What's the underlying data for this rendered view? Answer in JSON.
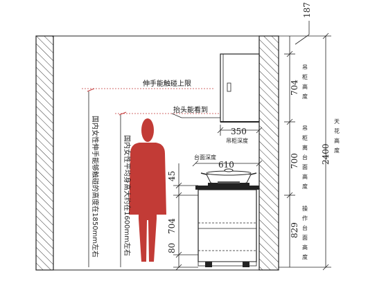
{
  "annotations": {
    "reach_upper_limit": "伸手能触碰上限",
    "look_up_visible": "抬头能看到",
    "counter_depth": "台面深度"
  },
  "dimensions": {
    "ceiling_gap": "187",
    "wall_cabinet_height": "704",
    "cabinet_to_counter": "700",
    "total_height": "2400",
    "counter_height": "829",
    "wall_cabinet_depth": "350",
    "counter_depth": "610",
    "cooktop_height": "45",
    "base_cabinet_height": "704",
    "toe_kick_height": "80"
  },
  "labels": {
    "wall_cabinet_height": "吊柜高度",
    "cabinet_to_counter_height": "吊柜离台面高度",
    "ceiling_height": "天花高度",
    "work_counter_height": "操作台面高度",
    "wall_cabinet_depth": "吊柜深度"
  },
  "vertical_notes": {
    "reach_note": "国内女性伸手能够触碰的高度在1850mm左右",
    "height_note": "国内女性平均身高大约在1600mm左右"
  },
  "colors": {
    "person": "#c23b36",
    "reach_line": "#c43a3a",
    "lines": "#222222"
  }
}
